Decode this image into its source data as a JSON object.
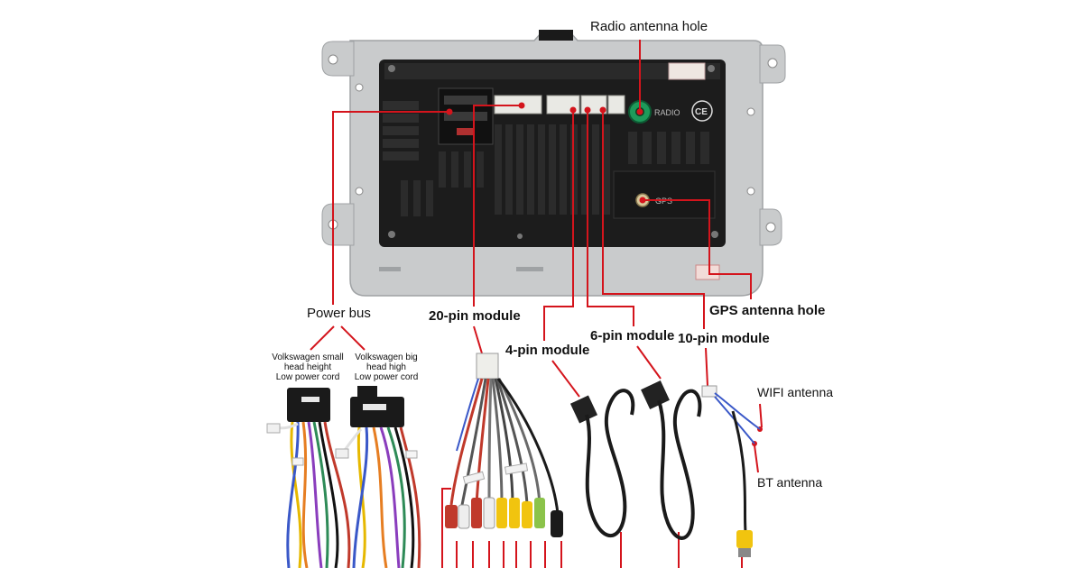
{
  "labels": {
    "radio_antenna_hole": "Radio antenna hole",
    "power_bus": "Power bus",
    "pin20_module": "20-pin module",
    "gps_antenna_hole": "GPS antenna hole",
    "pin4_module": "4-pin module",
    "pin6_module": "6-pin module",
    "pin10_module": "10-pin module",
    "wifi_antenna": "WIFI antenna",
    "bt_antenna": "BT antenna",
    "vw_small": [
      "Volkswagen small",
      "head height",
      "Low power cord"
    ],
    "vw_big": [
      "Volkswagen big",
      "head high",
      "Low power cord"
    ]
  },
  "unit_markings": {
    "radio": "RADIO",
    "gps": "GPS",
    "ce": "CE"
  },
  "colors": {
    "callout": "#d4141c",
    "unit_body": "#1c1c1c",
    "bracket": "#c9cbcc",
    "connector": "#e9e9e4",
    "radio_socket": "#1e9a5a"
  }
}
